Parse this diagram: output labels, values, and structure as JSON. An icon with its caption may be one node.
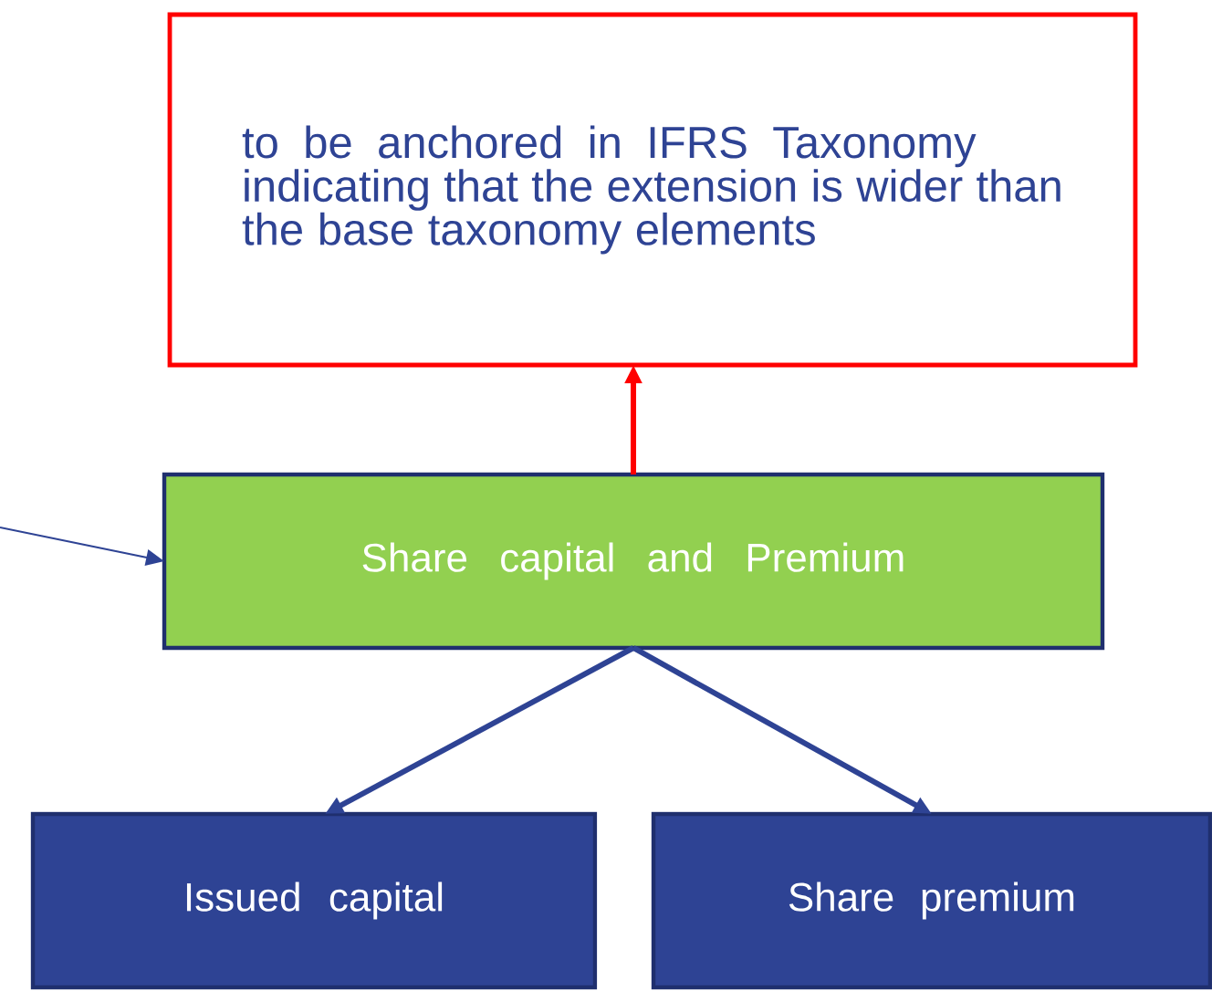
{
  "diagram": {
    "nodes": [
      {
        "text": [
          "to be anchored in IFRS Taxonomy indicating that the extension is wider than the base taxonomy elements"
        ]
      },
      {
        "text": [
          "Share capital and Premium"
        ]
      },
      {
        "text": [
          "Issued capital"
        ]
      },
      {
        "text": [
          "Share premium"
        ]
      }
    ],
    "edges": [
      {
        "from": 1,
        "to": 0,
        "arrow": "to",
        "color": "#ff0000"
      },
      {
        "from": null,
        "to": 1,
        "arrow": "to"
      },
      {
        "from": 1,
        "to": 2,
        "arrow": "to"
      },
      {
        "from": 1,
        "to": 3,
        "arrow": "to"
      }
    ]
  }
}
